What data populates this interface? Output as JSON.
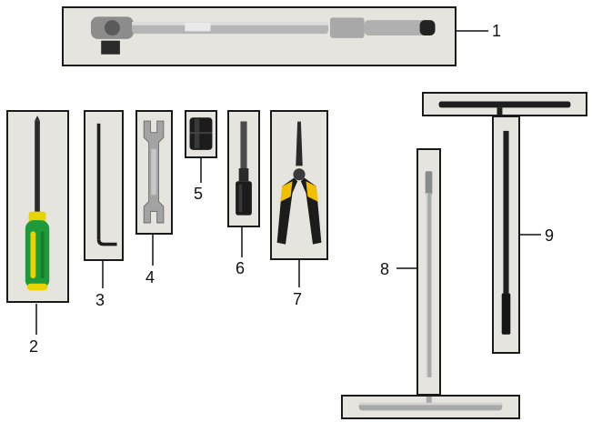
{
  "callouts": {
    "item1": "1",
    "item2": "2",
    "item3": "3",
    "item4": "4",
    "item5": "5",
    "item6": "6",
    "item7": "7",
    "item8": "8",
    "item9": "9"
  },
  "colors": {
    "frame": "#1a1a1a",
    "photo_bg": "#e6e4df",
    "screwdriver_handle": "#1f9a3a",
    "screwdriver_accent": "#e8d400",
    "plier_grip": "#f0c000",
    "metal": "#9a9a9a"
  },
  "icons": {
    "tool1": "torque-wrench-icon",
    "tool2": "screwdriver-icon",
    "tool3": "hex-key-icon",
    "tool4": "open-end-wrench-icon",
    "tool5": "socket-icon",
    "tool6": "socket-extension-icon",
    "tool7": "needle-nose-pliers-icon",
    "tool8": "t-handle-wrench-icon",
    "tool9": "t-handle-socket-wrench-icon"
  }
}
